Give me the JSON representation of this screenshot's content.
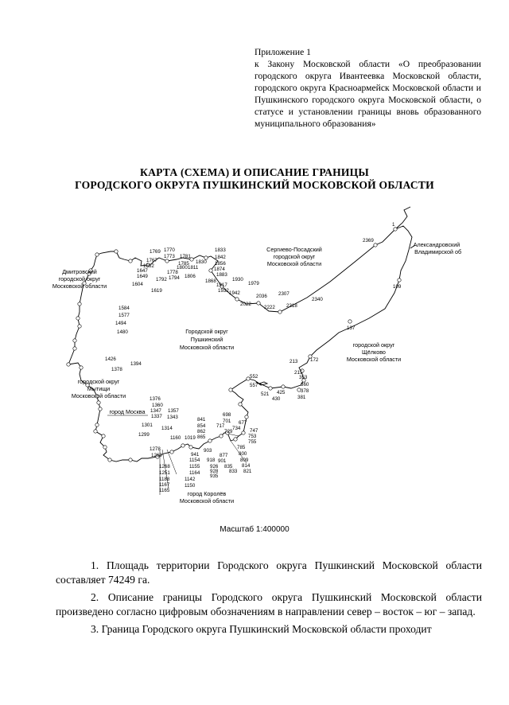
{
  "annex": {
    "heading": "Приложение 1",
    "text": "к Закону Московской области «О преобразовании городского округа Ивантеевка Московской области, городского округа Красноармейск Московской области и Пушкинского городского округа Московской области, о статусе и установлении границы вновь образованного муниципального образования»"
  },
  "title": {
    "line1": "КАРТА (СХЕМА) И ОПИСАНИЕ ГРАНИЦЫ",
    "line2": "ГОРОДСКОГО ОКРУГА ПУШКИНСКИЙ МОСКОВСКОЙ ОБЛАСТИ"
  },
  "map": {
    "regions": {
      "dmitrov": [
        "Дмитровский",
        "городской округ",
        "Московской области"
      ],
      "sergiev": [
        "Сергиево-Посадский",
        "городской округ",
        "Московской области"
      ],
      "alexandrov": [
        "Александровский район",
        "Владимирской области"
      ],
      "pushkinsky": [
        "Городской округ",
        "Пушкинский",
        "Московской области"
      ],
      "shchelkovo": [
        "городской округ",
        "Щёлково",
        "Московской области"
      ],
      "mytishchi": [
        "городской округ",
        "Мытищи",
        "Московской области"
      ],
      "moscow": [
        "город Москва"
      ],
      "korolev": [
        "город Королёв",
        "Московской области"
      ]
    },
    "point_labels": {
      "p1": "1",
      "p2369": "2369",
      "p109": "109",
      "p137": "137",
      "p172": "172",
      "p213": "213",
      "p215": "215",
      "p353": "353",
      "p360": "360",
      "p378": "378",
      "p381": "381",
      "p425": "425",
      "p430": "430",
      "p521": "521",
      "p552": "552",
      "p557": "557",
      "p2340": "2340",
      "p2318": "2318",
      "p2307": "2307",
      "p2222": "2222",
      "p2036": "2036",
      "p2022": "2022",
      "p1979": "1979",
      "p1930": "1930",
      "p1942": "1942",
      "p1932": "1932",
      "p1917": "1917",
      "p1868": "1868",
      "p1883": "1883",
      "p1874": "1874",
      "p1856": "1856",
      "p1842": "1842",
      "p1833": "1833",
      "p1830": "1830",
      "p1811": "1811",
      "p1806": "1806",
      "p1800": "1800",
      "p1794": "1794",
      "p1792": "1792",
      "p1781": "1781",
      "p1785": "1785",
      "p1778": "1778",
      "p1773": "1773",
      "p1770": "1770",
      "p1769": "1769",
      "p1767": "1767",
      "p1662": "1662",
      "p1647": "1647",
      "p1649": "1649",
      "p1604": "1604",
      "p1619": "1619",
      "p1584": "1584",
      "p1577": "1577",
      "p1494": "1494",
      "p1480": "1480",
      "p1426": "1426",
      "p1394": "1394",
      "p1378": "1378",
      "p1376": "1376",
      "p1360": "1360",
      "p1347": "1347",
      "p1357": "1357",
      "p1337": "1337",
      "p1343": "1343",
      "p1301": "1301",
      "p1314": "1314",
      "p1299": "1299",
      "p1278": "1278",
      "p1269": "1269",
      "p1268": "1268",
      "p1251": "1251",
      "p1188": "1188",
      "p1167": "1167",
      "p1165": "1165",
      "p1150": "1150",
      "p1142": "1142",
      "p1164": "1164",
      "p1155": "1155",
      "p1154": "1154",
      "p1160": "1160",
      "p1019": "1019",
      "p941": "941",
      "p926": "926",
      "p928": "928",
      "p935": "935",
      "p918": "918",
      "p903": "903",
      "p877": "877",
      "p901": "901",
      "p835": "835",
      "p833": "833",
      "p821": "821",
      "p814": "814",
      "p809": "809",
      "p800": "800",
      "p785": "785",
      "p755": "755",
      "p753": "753",
      "p747": "747",
      "p734": "734",
      "p729": "729",
      "p717": "717",
      "p701": "701",
      "p698": "698",
      "p677": "677",
      "p841": "841",
      "p854": "854",
      "p862": "862",
      "p865": "865"
    }
  },
  "scale": "Масштаб 1:400000",
  "paragraphs": [
    "1. Площадь территории Городского округа Пушкинский Московской области составляет 74249 га.",
    "2. Описание границы Городского округа Пушкинский Московской области произведено согласно цифровым обозначениям в направлении север – восток – юг – запад.",
    "3. Граница Городского округа Пушкинский Московской области проходит"
  ]
}
